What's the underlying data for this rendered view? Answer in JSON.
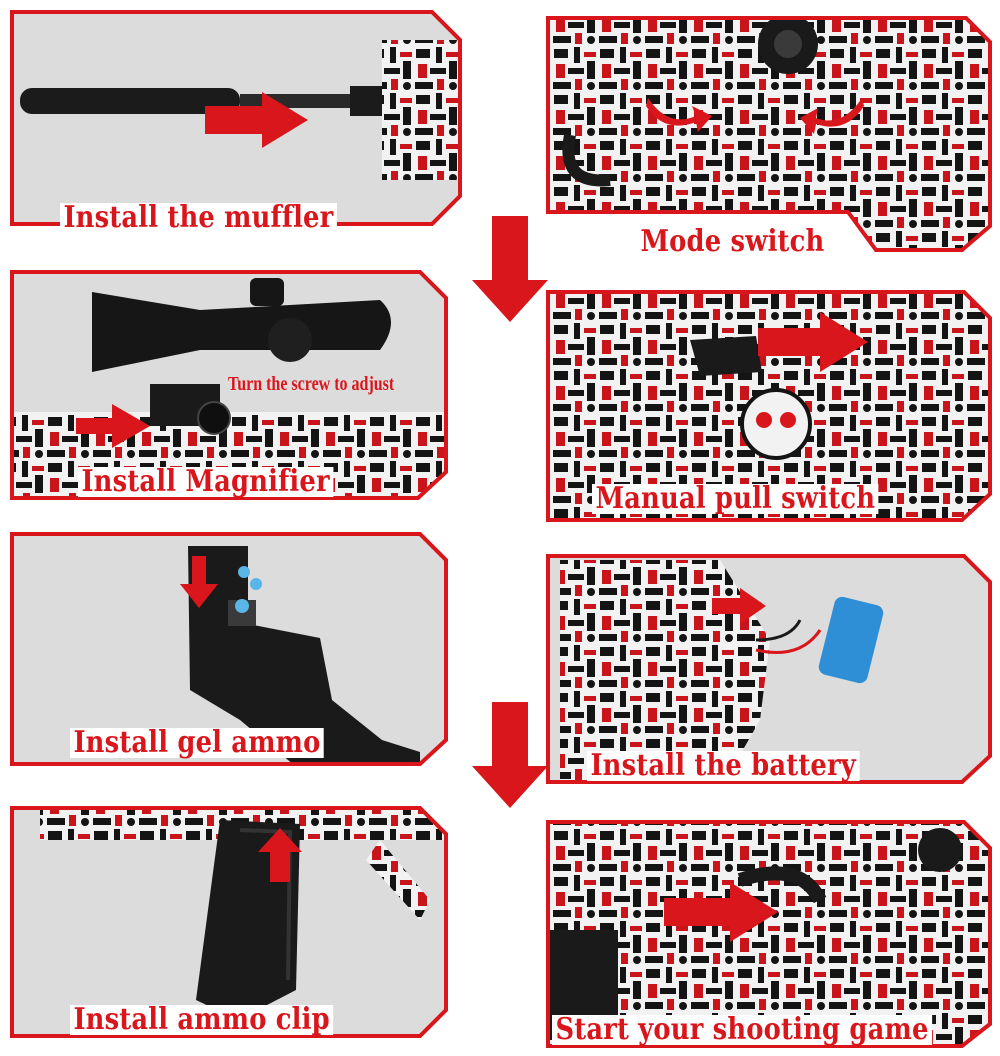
{
  "steps": [
    {
      "caption": "Install the muffler"
    },
    {
      "caption": "Mode switch"
    },
    {
      "caption": "Install Magnifier",
      "note": "Turn the screw to adjust"
    },
    {
      "caption": "Manual pull switch"
    },
    {
      "caption": "Install gel ammo"
    },
    {
      "caption": "Install the battery"
    },
    {
      "caption": "Install ammo clip"
    },
    {
      "caption": "Start your shooting game"
    }
  ],
  "colors": {
    "accent": "#d9161c",
    "panel_bg": "#dcdcdc",
    "graffiti_dark": "#141414",
    "graffiti_light": "#f2f2f2",
    "gel_ball": "#5ab6e6",
    "battery": "#2f8fd6"
  },
  "icons": [
    "down-arrow-icon",
    "right-arrow-icon",
    "up-arrow-icon",
    "curved-arrow-icon"
  ]
}
